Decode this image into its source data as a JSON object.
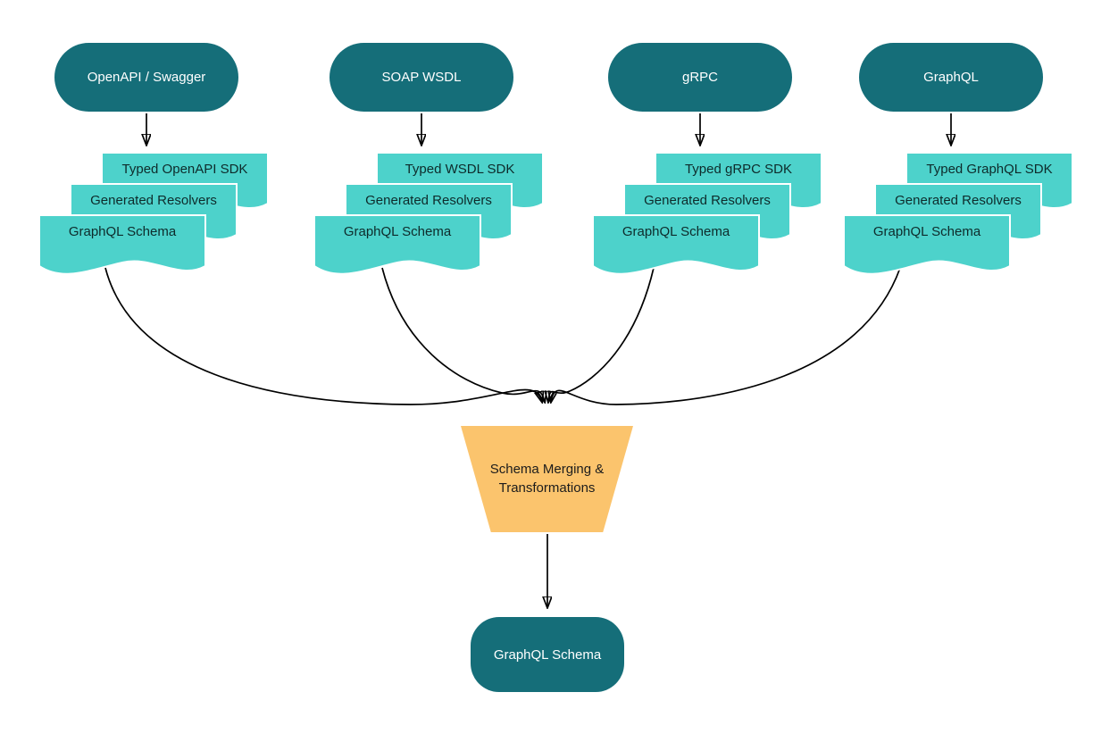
{
  "diagram": {
    "sources": [
      {
        "label": "OpenAPI / Swagger",
        "docs": [
          "Typed OpenAPI SDK",
          "Generated Resolvers",
          "GraphQL Schema"
        ]
      },
      {
        "label": "SOAP WSDL",
        "docs": [
          "Typed WSDL SDK",
          "Generated Resolvers",
          "GraphQL Schema"
        ]
      },
      {
        "label": "gRPC",
        "docs": [
          "Typed gRPC SDK",
          "Generated Resolvers",
          "GraphQL Schema"
        ]
      },
      {
        "label": "GraphQL",
        "docs": [
          "Typed GraphQL SDK",
          "Generated Resolvers",
          "GraphQL Schema"
        ]
      }
    ],
    "merge_node": {
      "label": "Schema Merging & Transformations"
    },
    "output_node": {
      "label": "GraphQL Schema"
    },
    "colors": {
      "source_node": "#156E79",
      "document_node": "#4DD2CB",
      "merge_node": "#FBC46D",
      "output_node": "#156E79",
      "connector": "#000000",
      "document_text": "#0e2b2b",
      "source_text": "#ffffff"
    }
  }
}
